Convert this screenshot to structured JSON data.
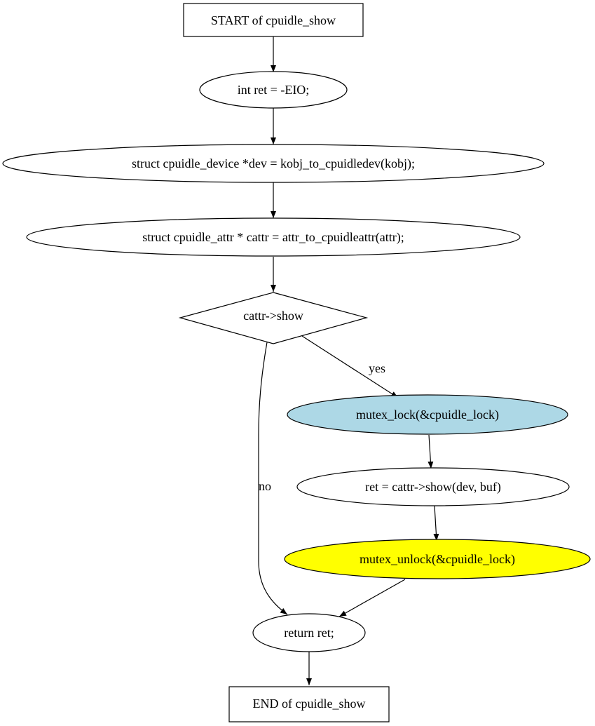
{
  "diagram": {
    "nodes": [
      {
        "id": "start",
        "label": "START of cpuidle_show",
        "shape": "box",
        "fill": "#ffffff"
      },
      {
        "id": "ret_init",
        "label": "int ret = -EIO;",
        "shape": "ellipse",
        "fill": "#ffffff"
      },
      {
        "id": "dev_decl",
        "label": "struct cpuidle_device *dev = kobj_to_cpuidledev(kobj);",
        "shape": "ellipse",
        "fill": "#ffffff"
      },
      {
        "id": "cattr_decl",
        "label": "struct cpuidle_attr * cattr = attr_to_cpuidleattr(attr);",
        "shape": "ellipse",
        "fill": "#ffffff"
      },
      {
        "id": "cond",
        "label": "cattr->show",
        "shape": "diamond",
        "fill": "#ffffff"
      },
      {
        "id": "lock",
        "label": "mutex_lock(&cpuidle_lock)",
        "shape": "ellipse",
        "fill": "#add8e6"
      },
      {
        "id": "show_call",
        "label": "ret = cattr->show(dev, buf)",
        "shape": "ellipse",
        "fill": "#ffffff"
      },
      {
        "id": "unlock",
        "label": "mutex_unlock(&cpuidle_lock)",
        "shape": "ellipse",
        "fill": "#ffff00"
      },
      {
        "id": "ret_stmt",
        "label": "return ret;",
        "shape": "ellipse",
        "fill": "#ffffff"
      },
      {
        "id": "end",
        "label": "END of cpuidle_show",
        "shape": "box",
        "fill": "#ffffff"
      }
    ],
    "edges": [
      {
        "from": "start",
        "to": "ret_init",
        "label": ""
      },
      {
        "from": "ret_init",
        "to": "dev_decl",
        "label": ""
      },
      {
        "from": "dev_decl",
        "to": "cattr_decl",
        "label": ""
      },
      {
        "from": "cattr_decl",
        "to": "cond",
        "label": ""
      },
      {
        "from": "cond",
        "to": "lock",
        "label": "yes"
      },
      {
        "from": "cond",
        "to": "ret_stmt",
        "label": "no"
      },
      {
        "from": "lock",
        "to": "show_call",
        "label": ""
      },
      {
        "from": "show_call",
        "to": "unlock",
        "label": ""
      },
      {
        "from": "unlock",
        "to": "ret_stmt",
        "label": ""
      },
      {
        "from": "ret_stmt",
        "to": "end",
        "label": ""
      }
    ]
  }
}
